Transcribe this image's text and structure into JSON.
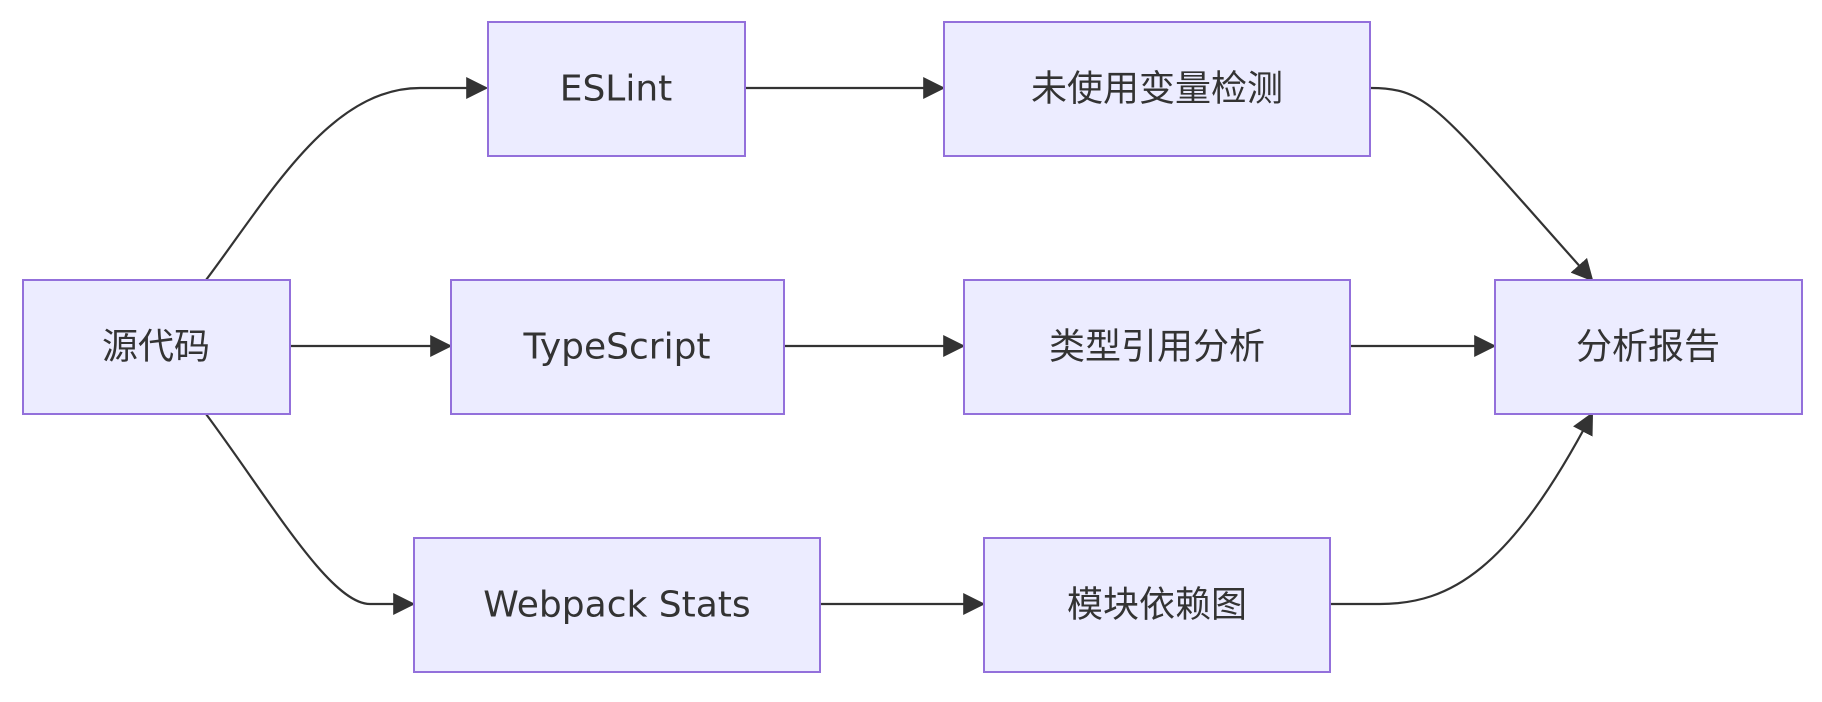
{
  "diagram": {
    "type": "flowchart",
    "direction": "left-to-right",
    "colors": {
      "node_fill": "#ececff",
      "node_border": "#9370db",
      "edge": "#333333",
      "text": "#333333"
    },
    "nodes": {
      "source": "源代码",
      "eslint": "ESLint",
      "typescript": "TypeScript",
      "webpack": "Webpack Stats",
      "unused_vars": "未使用变量检测",
      "type_refs": "类型引用分析",
      "module_graph": "模块依赖图",
      "report": "分析报告"
    },
    "edges": [
      {
        "from": "源代码",
        "to": "ESLint"
      },
      {
        "from": "源代码",
        "to": "TypeScript"
      },
      {
        "from": "源代码",
        "to": "Webpack Stats"
      },
      {
        "from": "ESLint",
        "to": "未使用变量检测"
      },
      {
        "from": "TypeScript",
        "to": "类型引用分析"
      },
      {
        "from": "Webpack Stats",
        "to": "模块依赖图"
      },
      {
        "from": "未使用变量检测",
        "to": "分析报告"
      },
      {
        "from": "类型引用分析",
        "to": "分析报告"
      },
      {
        "from": "模块依赖图",
        "to": "分析报告"
      }
    ]
  }
}
